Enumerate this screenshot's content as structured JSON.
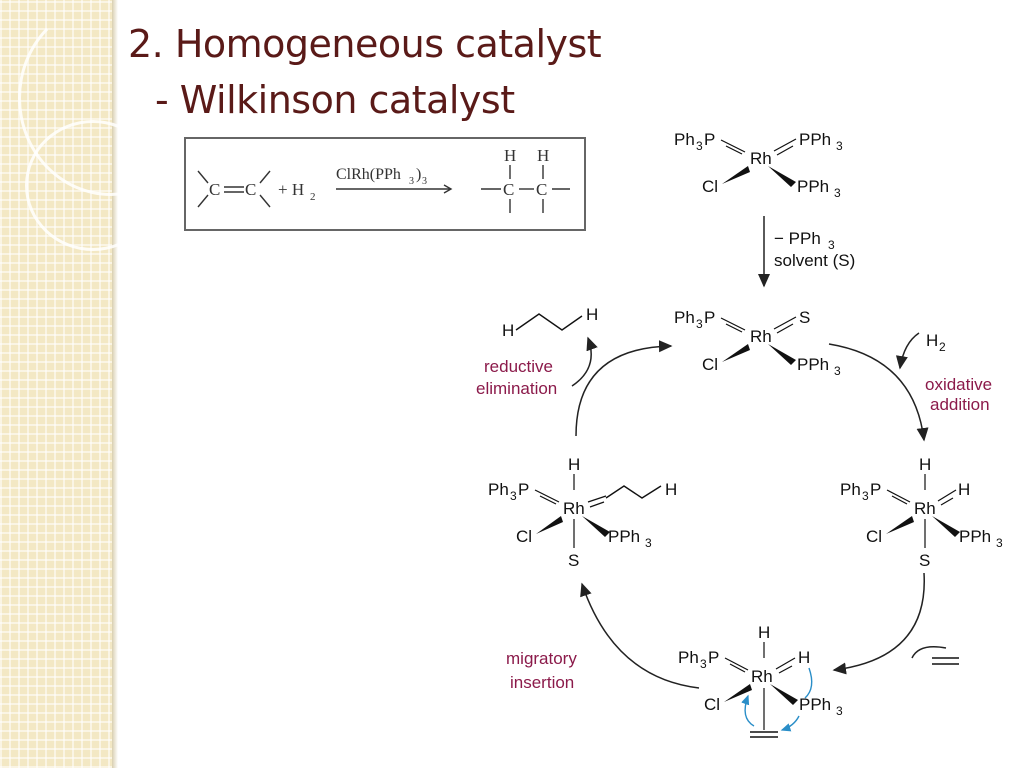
{
  "slide": {
    "title_line1": "2. Homogeneous catalyst",
    "title_line2": "- Wilkinson catalyst"
  },
  "equation": {
    "reactant_C1": "C",
    "reactant_C2": "C",
    "plus_h2": "+ H",
    "h2_sub": "2",
    "catalyst": "ClRh(PPh",
    "catalyst_sub": "3",
    "catalyst_close": ")",
    "catalyst_sub2": "3",
    "product_C1": "C",
    "product_C2": "C",
    "product_H1": "H",
    "product_H2": "H"
  },
  "cycle": {
    "step_ligand_loss": {
      "line1": "− PPh",
      "sub": "3",
      "line2": "solvent (S)"
    },
    "oxidative_addition": {
      "label_line1": "oxidative",
      "label_line2": "addition",
      "reagent": "H",
      "reagent_sub": "2"
    },
    "migratory_insertion": {
      "label_line1": "migratory",
      "label_line2": "insertion"
    },
    "reductive_elimination": {
      "label_line1": "reductive",
      "label_line2": "elimination"
    },
    "atoms": {
      "rh": "Rh",
      "cl": "Cl",
      "s": "S",
      "h": "H",
      "ph3p": "Ph",
      "ph3p_sub": "3",
      "ph3p_p": "P",
      "pph3": "PPh",
      "pph3_sub": "3"
    }
  },
  "colors": {
    "title": "#5a1a18",
    "label": "#8b1a4a",
    "blue_arrow": "#2a8ec8"
  }
}
